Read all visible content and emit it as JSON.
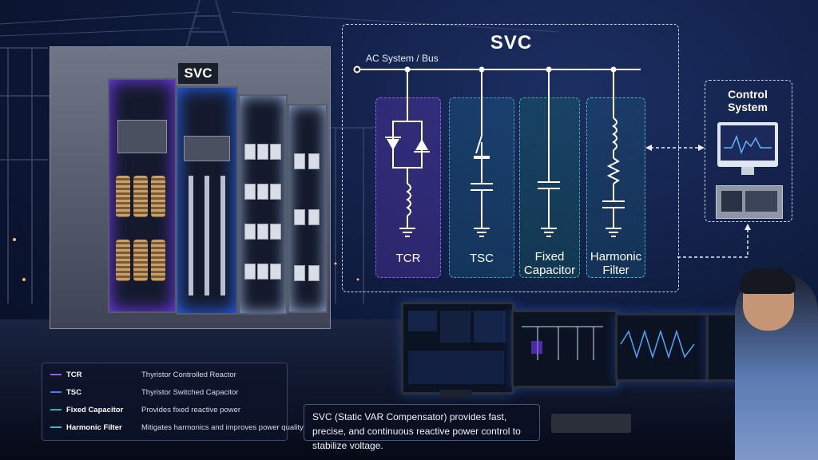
{
  "cabinet": {
    "label": "SVC"
  },
  "diagram": {
    "title": "SVC",
    "bus_label": "AC System / Bus",
    "branches": [
      {
        "id": "tcr",
        "label": "TCR",
        "color": "#8f63e8"
      },
      {
        "id": "tsc",
        "label": "TSC",
        "color": "#3fa2c8"
      },
      {
        "id": "fixed-capacitor",
        "label": "Fixed\nCapacitor",
        "color": "#36b7a4"
      },
      {
        "id": "harmonic-filter",
        "label": "Harmonic\nFilter",
        "color": "#4bb3c7"
      }
    ],
    "control": {
      "label": "Control\nSystem"
    }
  },
  "legend": {
    "items": [
      {
        "abbr": "TCR",
        "desc": "Thyristor Controlled Reactor",
        "color": "#8f63e8"
      },
      {
        "abbr": "TSC",
        "desc": "Thyristor Switched Capacitor",
        "color": "#4a7de8"
      },
      {
        "abbr": "Fixed Capacitor",
        "desc": "Provides fixed reactive power",
        "color": "#36b7a4"
      },
      {
        "abbr": "Harmonic Filter",
        "desc": "Mitigates harmonics and improves power quality",
        "color": "#4bb3c7"
      }
    ]
  },
  "caption": {
    "text": "SVC (Static VAR Compensator) provides fast, precise, and continuous reactive power control to stabilize voltage."
  }
}
